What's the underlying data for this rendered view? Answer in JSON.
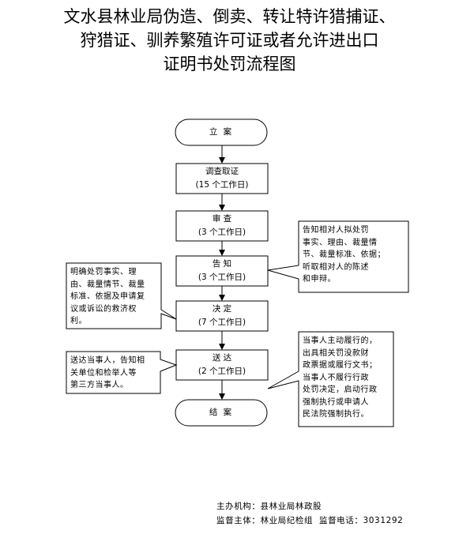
{
  "title": {
    "line1": "文水县林业局伪造、倒卖、转让特许猎捕证、",
    "line2": "狩猎证、驯养繁殖许可证或者允许进出口",
    "line3": "证明书处罚流程图"
  },
  "flow": {
    "start": "立 案",
    "investigate": {
      "label": "调查取证",
      "duration": "(15 个工作日)"
    },
    "review": {
      "label": "审 查",
      "duration": "(3 个工作日)"
    },
    "notify": {
      "label": "告 知",
      "duration": "(3 个工作日)"
    },
    "decide": {
      "label": "决 定",
      "duration": "(7 个工作日)"
    },
    "deliver": {
      "label": "送 达",
      "duration": "(2 个工作日)"
    },
    "end": "结 案"
  },
  "notes": {
    "notify_right": [
      "告知相对人拟处罚",
      "事实、理由、裁量情",
      "节、裁量标准、依据；",
      "听取相对人的陈述",
      "和申辩。"
    ],
    "decide_left": [
      "明确处罚事实、理",
      "由、裁量情节、裁量",
      "标准、依据及申请复",
      "议或诉讼的救济权",
      "利。"
    ],
    "deliver_left": [
      "送达当事人，告知相",
      "关单位和检举人等",
      "第三方当事人。"
    ],
    "deliver_right": [
      "当事人主动履行的，",
      "出具相关罚没款财",
      "政票据或履行文书；",
      "当事人不履行行政",
      "处罚决定，启动行政",
      "强制执行或申请人",
      "民法院强制执行。"
    ]
  },
  "footer": {
    "organizer": "主办机构：县林业局林政股",
    "supervisor": "监督主体：林业局纪检组  监督电话：3031292"
  }
}
